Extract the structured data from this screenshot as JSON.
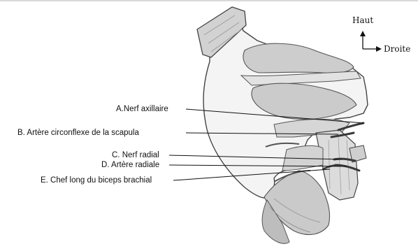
{
  "orientation": {
    "up": "Haut",
    "right": "Droite"
  },
  "labels": [
    {
      "id": "A",
      "text": "A.Nerf axillaire"
    },
    {
      "id": "B",
      "text": "B. Artère circonflexe de la scapula"
    },
    {
      "id": "C",
      "text": "C. Nerf radial"
    },
    {
      "id": "D",
      "text": "D. Artère radiale"
    },
    {
      "id": "E",
      "text": "E. Chef long du biceps brachial"
    }
  ]
}
